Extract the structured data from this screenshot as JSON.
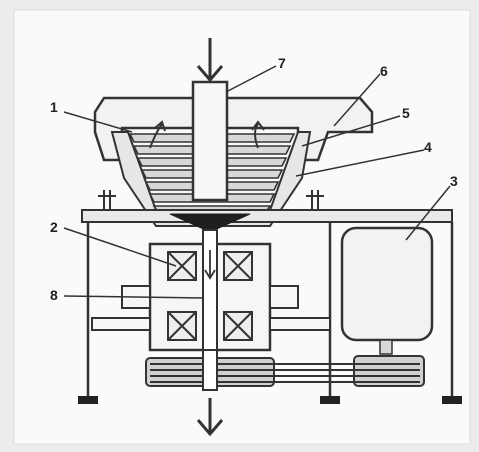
{
  "colors": {
    "background": "#ffffff",
    "frame": "#eeeeee",
    "ink": "#333333",
    "light_fill": "#f2f2f2",
    "medium_fill": "#d8d8d8",
    "dark_fill": "#1f1f1f"
  },
  "arrows": {
    "inlet": "arrow-down-icon",
    "outlet": "arrow-down-icon",
    "discharge": "arrow-up-icon"
  },
  "labels": [
    {
      "id": "1",
      "text": "1"
    },
    {
      "id": "2",
      "text": "2"
    },
    {
      "id": "3",
      "text": "3"
    },
    {
      "id": "4",
      "text": "4"
    },
    {
      "id": "5",
      "text": "5"
    },
    {
      "id": "6",
      "text": "6"
    },
    {
      "id": "7",
      "text": "7"
    },
    {
      "id": "8",
      "text": "8"
    }
  ]
}
